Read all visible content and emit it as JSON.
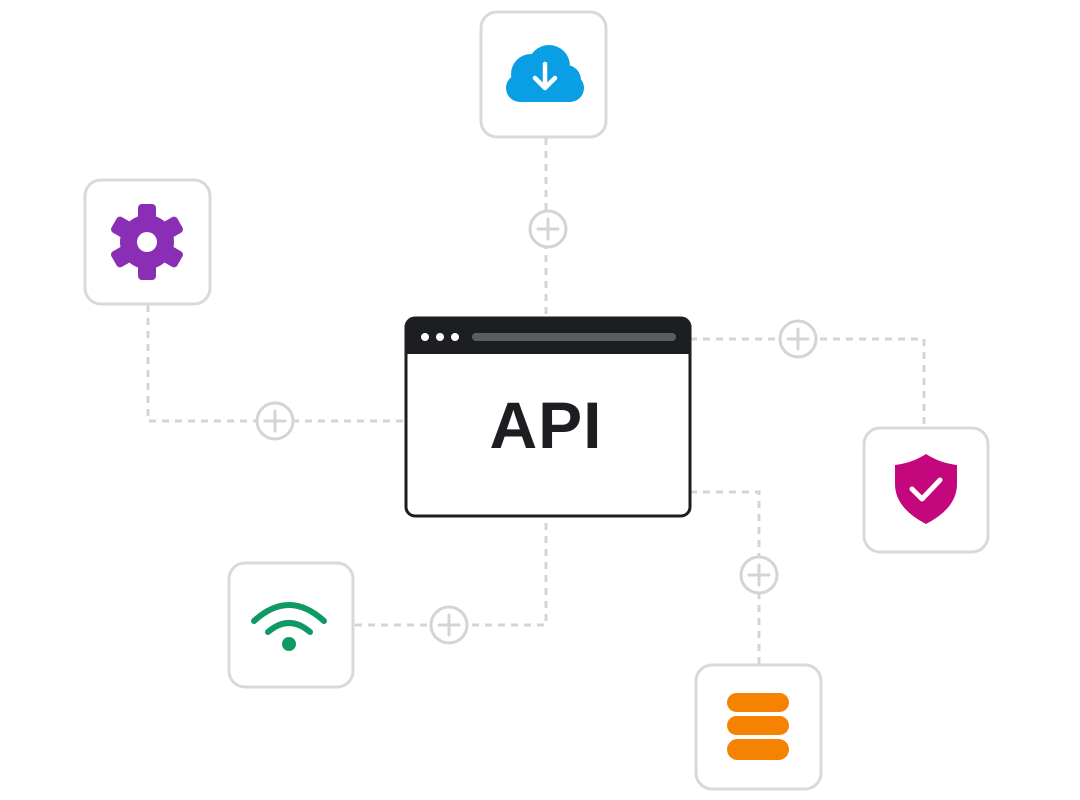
{
  "center": {
    "label": "API"
  },
  "nodes": [
    {
      "id": "cloud-download",
      "icon": "cloud-download-icon",
      "color": "#0a9ee5"
    },
    {
      "id": "settings",
      "icon": "gear-icon",
      "color": "#8a2fb5"
    },
    {
      "id": "security",
      "icon": "shield-check-icon",
      "color": "#c4077d"
    },
    {
      "id": "wifi",
      "icon": "wifi-icon",
      "color": "#0f9a64"
    },
    {
      "id": "database",
      "icon": "database-icon",
      "color": "#f58200"
    }
  ],
  "connector_color": "#d4d4d4",
  "tile_border_color": "#d9d9d9",
  "window_color": "#1c1e22"
}
